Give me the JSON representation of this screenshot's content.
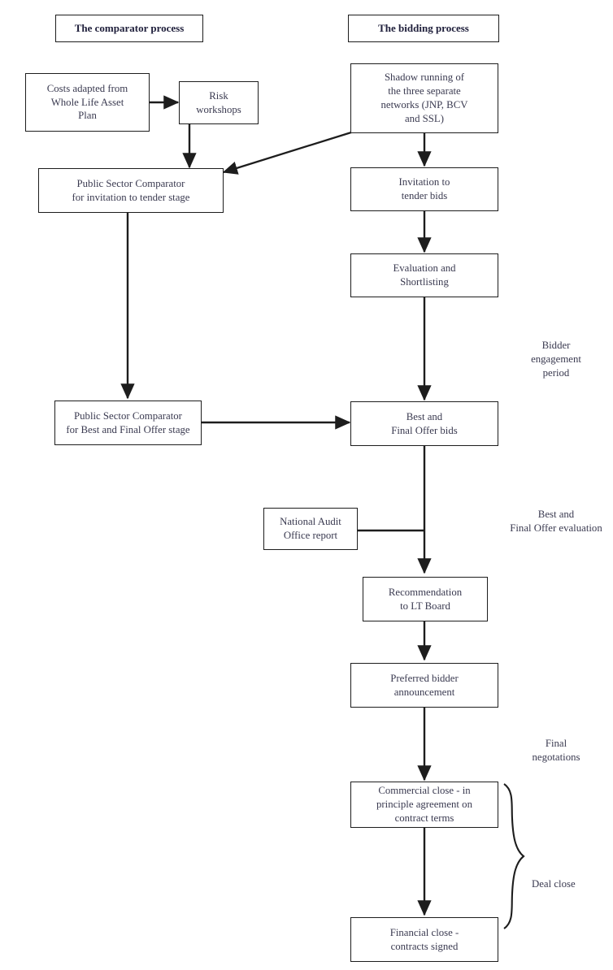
{
  "diagram": {
    "title_left": "The comparator process",
    "title_right": "The bidding process",
    "headers": [
      {
        "name": "comparator-process",
        "label": "The comparator process"
      },
      {
        "name": "bidding-process",
        "label": "The bidding process"
      }
    ],
    "nodes": [
      {
        "name": "costs-adapted-whole-life-asset-plan",
        "label": "Costs adapted from\nWhole Life Asset\nPlan"
      },
      {
        "name": "risk-workshops",
        "label": "Risk\nworkshops"
      },
      {
        "name": "public-sector-comparator-itt",
        "label": "Public Sector Comparator\nfor invitation to tender stage"
      },
      {
        "name": "public-sector-comparator-bafo",
        "label": "Public Sector Comparator\nfor Best and Final Offer stage"
      },
      {
        "name": "shadow-running-networks",
        "label": "Shadow running of\nthe three separate\nnetworks (JNP, BCV\nand SSL)"
      },
      {
        "name": "invitation-to-tender-bids",
        "label": "Invitation to\ntender bids"
      },
      {
        "name": "evaluation-and-shortlisting",
        "label": "Evaluation and\nShortlisting"
      },
      {
        "name": "best-and-final-offer-bids",
        "label": "Best and\nFinal Offer bids"
      },
      {
        "name": "national-audit-office-report",
        "label": "National Audit\nOffice report"
      },
      {
        "name": "recommendation-to-lt-board",
        "label": "Recommendation\nto LT Board"
      },
      {
        "name": "preferred-bidder-announcement",
        "label": "Preferred bidder\nannouncement"
      },
      {
        "name": "commercial-close",
        "label": "Commercial close - in\nprinciple agreement on\ncontract terms"
      },
      {
        "name": "financial-close",
        "label": "Financial close -\ncontracts signed"
      }
    ],
    "annotations": [
      {
        "name": "bidder-engagement-period",
        "label": "Bidder\nengagement\nperiod"
      },
      {
        "name": "best-and-final-offer-evaluation",
        "label": "Best and\nFinal Offer evaluation"
      },
      {
        "name": "final-negotations",
        "label": "Final\nnegotations"
      },
      {
        "name": "deal-close",
        "label": "Deal close"
      }
    ],
    "colors": {
      "text": "#3a3a50",
      "header_text": "#20203c",
      "stroke": "#1d1d1d",
      "background": "#ffffff"
    }
  }
}
